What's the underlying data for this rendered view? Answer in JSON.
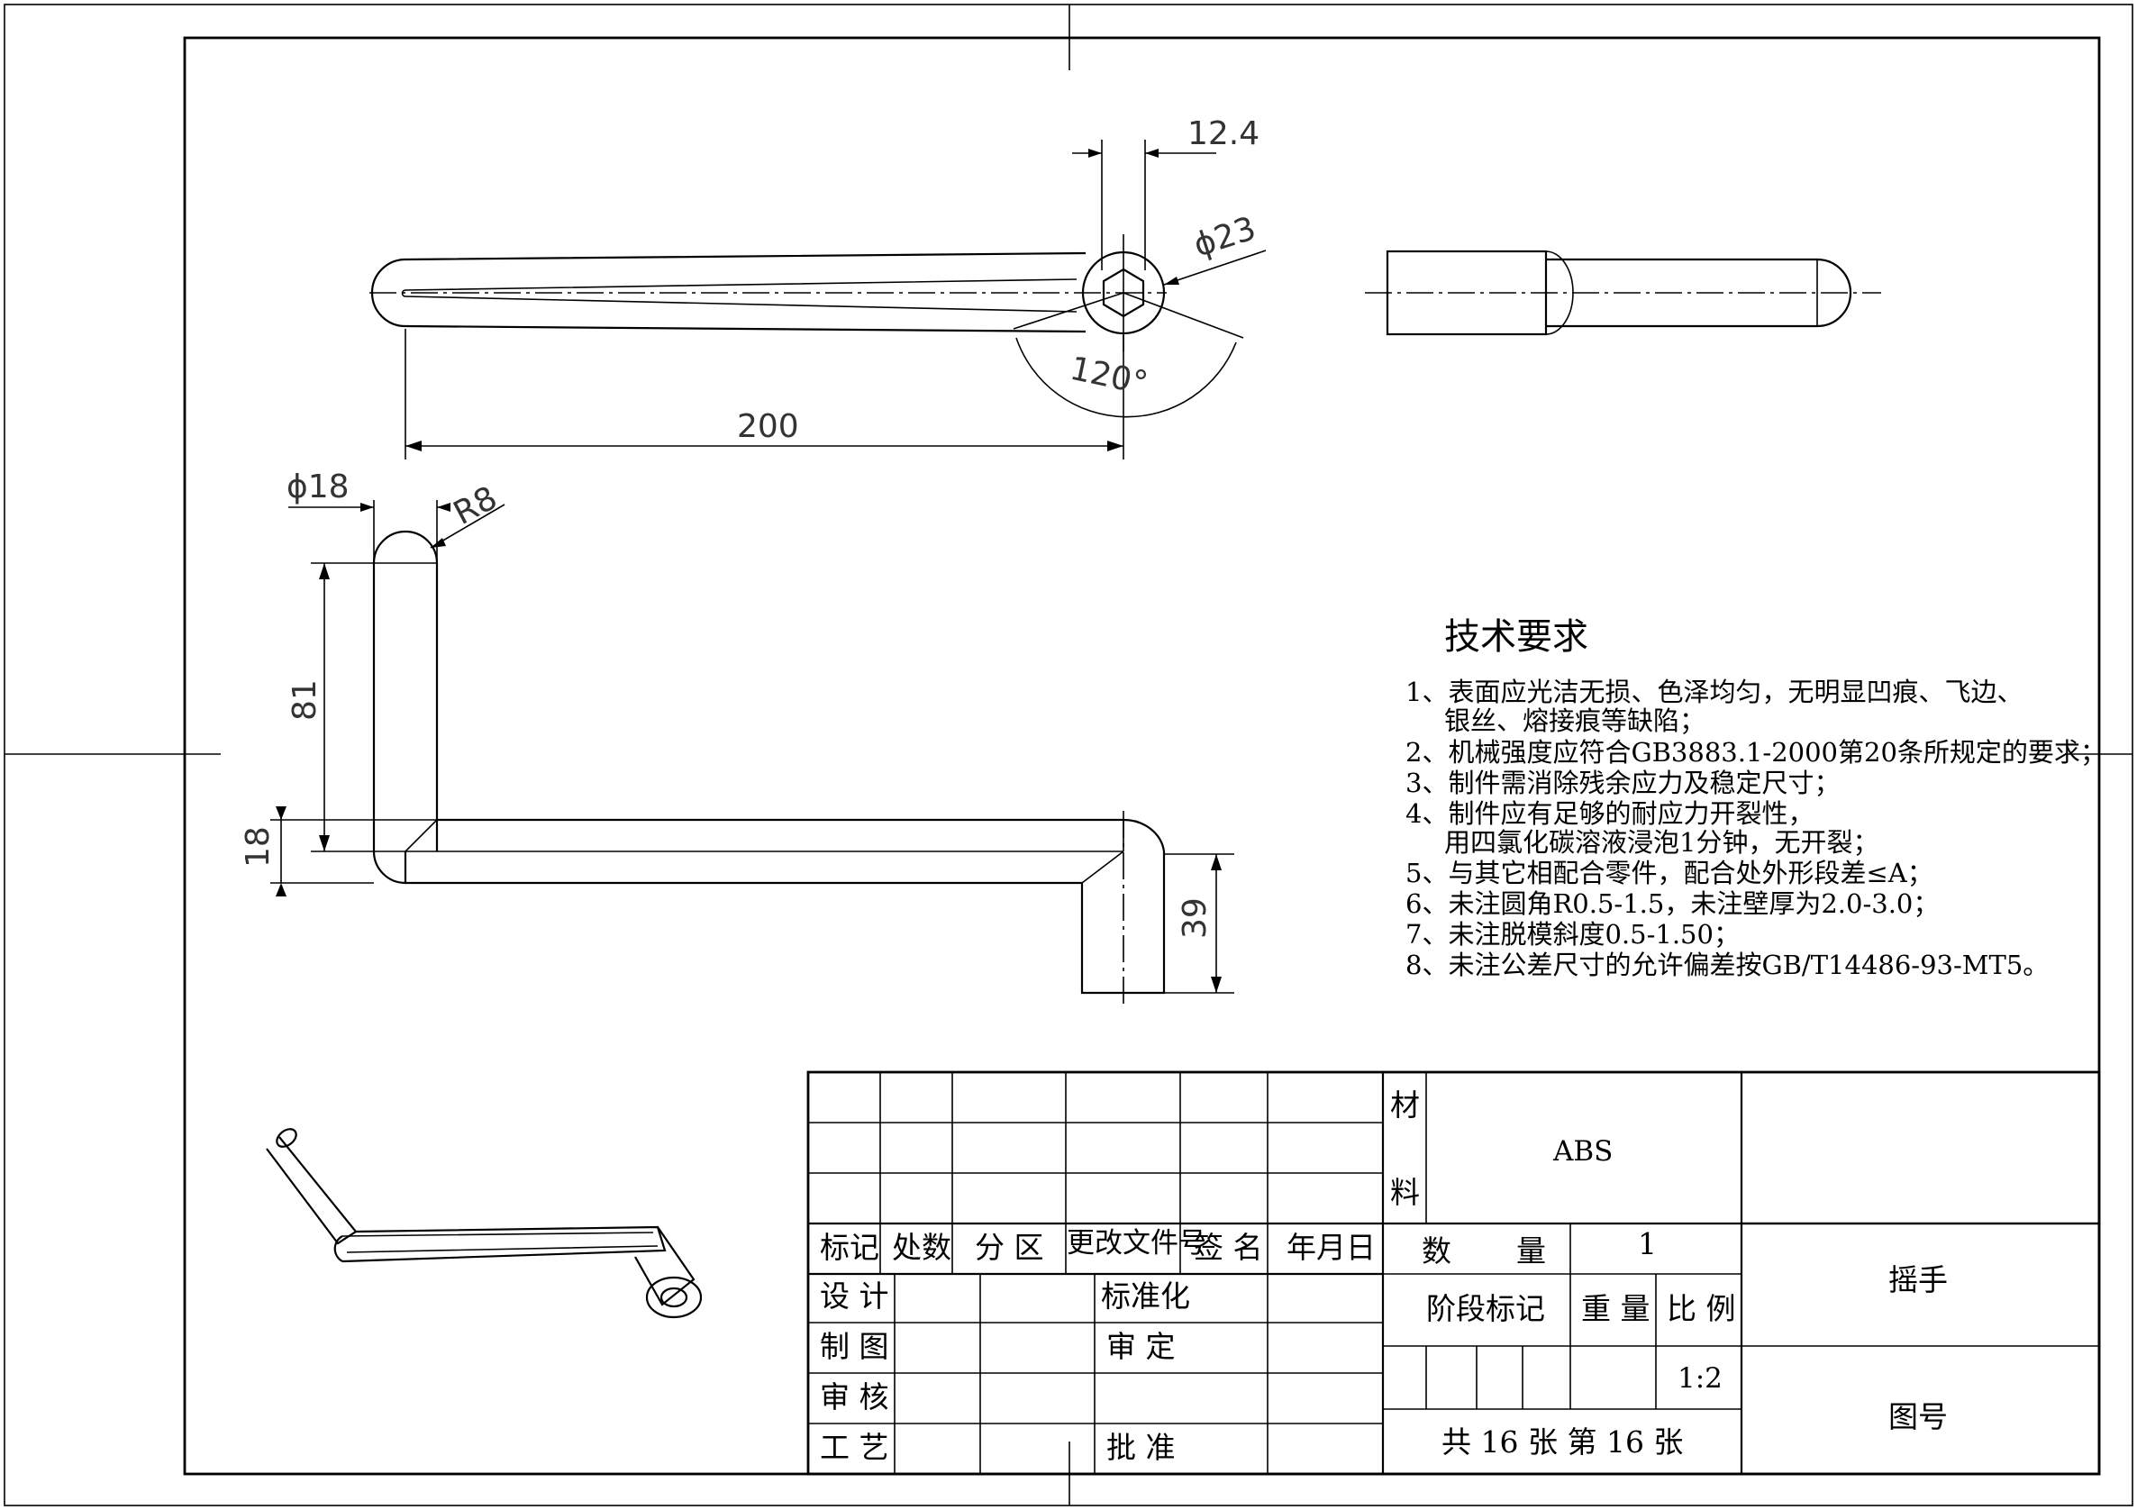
{
  "dimensions": {
    "top_width": "12.4",
    "socket_dia": "ϕ23",
    "hex_angle": "120°",
    "length": "200",
    "rod_dia": "ϕ18",
    "radius": "R8",
    "arm_height": "81",
    "bar_thick": "18",
    "socket_len": "39"
  },
  "tech": {
    "title": "技术要求",
    "lines": [
      "1、表面应光洁无损、色泽均匀，无明显凹痕、飞边、",
      "银丝、熔接痕等缺陷；",
      "2、机械强度应符合GB3883.1-2000第20条所规定的要求；",
      "3、制件需消除残余应力及稳定尺寸；",
      "4、制件应有足够的耐应力开裂性，",
      "用四氯化碳溶液浸泡1分钟，无开裂；",
      "5、与其它相配合零件，配合处外形段差≤A；",
      "6、未注圆角R0.5-1.5，未注壁厚为2.0-3.0；",
      "7、未注脱模斜度0.5-1.50；",
      "8、未注公差尺寸的允许偏差按GB/T14486-93-MT5。"
    ]
  },
  "title_block": {
    "material_label_1": "材",
    "material_label_2": "料",
    "material": "ABS",
    "marks": "标记",
    "count": "处数",
    "zone": "分 区",
    "change_doc": "更改文件号",
    "signature": "签 名",
    "date": "年月日",
    "design": "设 计",
    "standardize": "标准化",
    "drawing": "制 图",
    "review": "审 定",
    "check": "审 核",
    "process": "工 艺",
    "approve": "批 准",
    "quantity_label_1": "数",
    "quantity_label_2": "量",
    "quantity": "1",
    "stage_mark": "阶段标记",
    "weight": "重 量",
    "scale_label": "比 例",
    "scale": "1:2",
    "sheets": "共 16 张 第  16  张",
    "part_name": "摇手",
    "drawing_no": "图号"
  }
}
